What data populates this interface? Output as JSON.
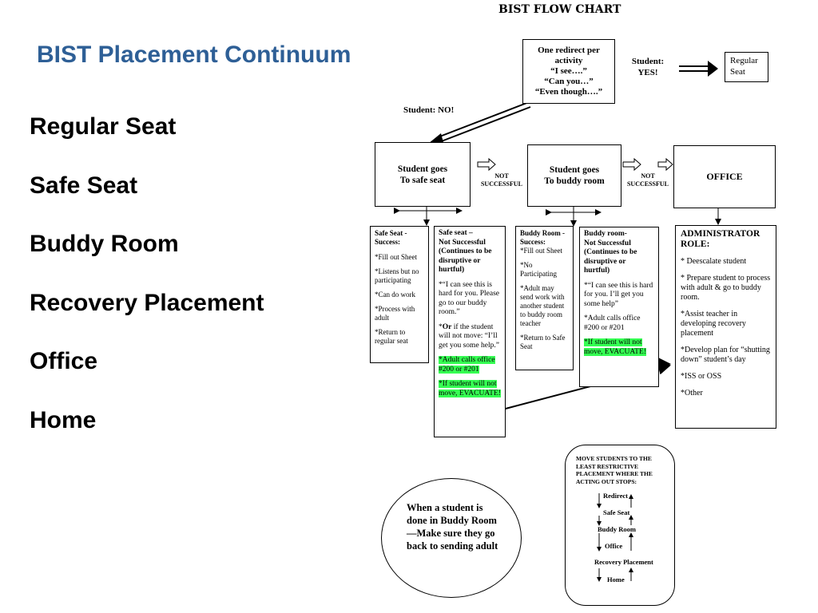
{
  "slide": {
    "title": "BIST Placement Continuum",
    "items": [
      "Regular Seat",
      "Safe Seat",
      "Buddy Room",
      "Recovery Placement",
      "Office",
      "Home"
    ]
  },
  "flowchart": {
    "title": "BIST FLOW CHART",
    "redirect": [
      "One redirect per",
      "activity",
      "“I see….”",
      "“Can you…”",
      "“Even though….”"
    ],
    "student_yes": [
      "Student:",
      "YES!"
    ],
    "regular_seat": [
      "Regular",
      "Seat"
    ],
    "student_no": "Student: NO!",
    "safe_seat_box": [
      "Student goes",
      "To safe seat"
    ],
    "buddy_room_box": [
      "Student goes",
      "To buddy room"
    ],
    "office_box": "OFFICE",
    "not_successful": [
      "NOT",
      "SUCCESSFUL"
    ],
    "safe_success": {
      "title": [
        "Safe Seat  -",
        "Success:"
      ],
      "items": [
        "*Fill out Sheet",
        "*Listens but no participating",
        "*Can do work",
        "*Process with adult",
        "*Return to regular seat"
      ]
    },
    "safe_not_success": {
      "title": [
        "Safe seat –",
        "Not Successful",
        "(Continues to be",
        "disruptive or",
        "hurtful)"
      ],
      "quote1": "*“I can see this is hard for you. Please go to our buddy room.”",
      "or_label": "Or",
      "quote2_rest": " if the student will not move: “I’ll get you some help.”",
      "highlight1": "*Adult calls office #200 or #201",
      "highlight2": "*If student will not move, EVACUATE!"
    },
    "buddy_success": {
      "title": [
        "Buddy Room -",
        "Success:"
      ],
      "items": [
        "*Fill out Sheet",
        "*No Participating",
        "*Adult may send work with another student to buddy room teacher",
        "*Return to Safe Seat"
      ]
    },
    "buddy_not_success": {
      "title": [
        "Buddy room-",
        "Not Successful",
        "(Continues to be",
        "disruptive or",
        "hurtful)"
      ],
      "quote1": "*“I can see this is hard for you.  I’ll get you some help”",
      "calls": "*Adult calls office #200 or #201",
      "highlight": "*If student will not move, EVACUATE!"
    },
    "admin": {
      "title": [
        "ADMINISTRATOR",
        "ROLE:"
      ],
      "items": [
        "*  Deescalate student",
        "* Prepare student to process with adult & go to buddy room.",
        "*Assist teacher in developing recovery placement",
        "*Develop plan for “shutting down” student’s day",
        "*ISS or OSS",
        "*Other"
      ]
    },
    "circle_note": "When a student is done in Buddy Room—Make sure they go back to sending adult",
    "move_note": {
      "title": "MOVE STUDENTS TO THE LEAST RESTRICTIVE PLACEMENT WHERE THE ACTING OUT STOPS:",
      "steps": [
        "Redirect",
        "Safe Seat",
        "Buddy Room",
        "Office",
        "Recovery Placement",
        "Home"
      ]
    }
  }
}
